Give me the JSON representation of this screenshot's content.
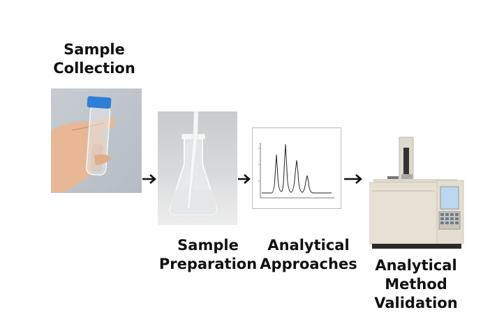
{
  "steps": [
    {
      "line1": "Sample",
      "line2": "Collection",
      "image": "test-tube-in-hand"
    },
    {
      "line1": "Sample",
      "line2": "Preparation",
      "image": "erlenmeyer-flask-with-pipette"
    },
    {
      "line1": "Analytical",
      "line2": "Approaches",
      "image": "chromatogram"
    },
    {
      "line1": "Analytical",
      "line2": "Method",
      "line3": "Validation",
      "image": "gas-chromatograph"
    }
  ],
  "colors": {
    "text": "#111111",
    "cap": "#2f7fd6",
    "instrument": "#e6e1d4",
    "screen": "#bcd7ef"
  }
}
